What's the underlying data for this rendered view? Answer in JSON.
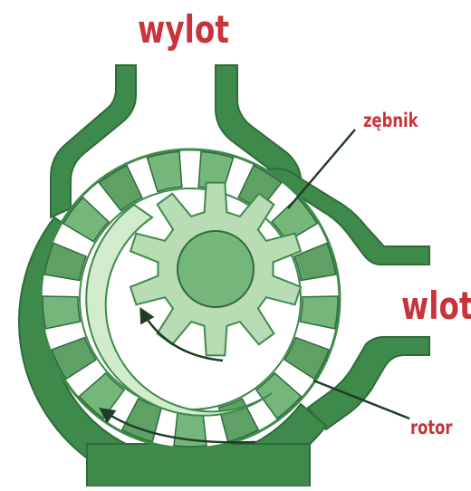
{
  "labels": {
    "outlet": "wylot",
    "inlet": "wlot",
    "gear": "zębnik",
    "rotor": "rotor"
  },
  "colors": {
    "background": "#ffffff",
    "dark_green": "#3d8a4a",
    "medium_green": "#75b67a",
    "light_green": "#b8dcb3",
    "pale_green": "#d3ebcd",
    "outline": "#2f6b3a",
    "arrow": "#1f3c26",
    "label_red": "#c8333c"
  },
  "gear": {
    "teeth": 10
  },
  "rotor": {
    "segments": 17
  }
}
